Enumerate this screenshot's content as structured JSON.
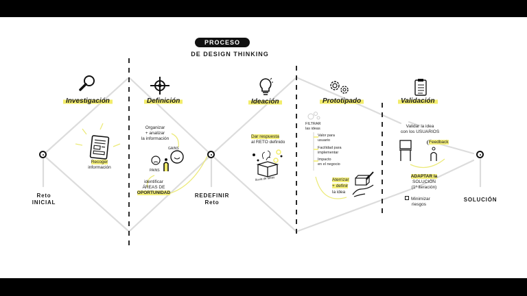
{
  "title": {
    "pill": "PROCESO",
    "subtitle": "DE DESIGN THINKING"
  },
  "colors": {
    "highlight": "#f2ec6a",
    "line": "#d9d9d9",
    "ink": "#111111",
    "background": "#ffffff",
    "letterbox": "#000000"
  },
  "milestones": {
    "start": "Reto\nINICIAL",
    "start_line1": "Reto",
    "start_line2": "INICIAL",
    "redefine_line1": "REDEFINIR",
    "redefine_line2": "Reto",
    "solution": "SOLUCIÓN"
  },
  "phases": [
    {
      "name": "Investigación",
      "icon": "magnifying-glass-icon",
      "notes": [
        "Recoger",
        "información"
      ]
    },
    {
      "name": "Definición",
      "icon": "crosshair-target-icon",
      "notes": [
        "Organizar",
        "+ analizar",
        "la información",
        "identificar",
        "ÁREAS DE",
        "OPORTUNIDAD"
      ],
      "tags": [
        "PAINS",
        "GAINS"
      ]
    },
    {
      "name": "Ideación",
      "icon": "lightbulb-icon",
      "notes": [
        "Dar respuesta",
        "al RETO definido"
      ],
      "box_label": "lluvia de ideas"
    },
    {
      "name": "Prototipado",
      "icon": "gears-icon",
      "notes": [
        "FILTRAR",
        "las ideas"
      ],
      "criteria": [
        "Valor para",
        "usuario",
        "Facilidad para",
        "implementar",
        "Impacto",
        "en el negocio"
      ],
      "closing": [
        "Aterrizar",
        "+ definir",
        "la idea"
      ]
    },
    {
      "name": "Validación",
      "icon": "clipboard-checklist-icon",
      "notes": [
        "Validar la idea",
        "con los USUARIOS"
      ],
      "feedback": "Feedback",
      "adapt": [
        "ADAPTAR la",
        "SOLUCIÓN",
        "(1ª iteración)"
      ],
      "risk": "Minimizar",
      "risk2": "riesgos"
    }
  ]
}
